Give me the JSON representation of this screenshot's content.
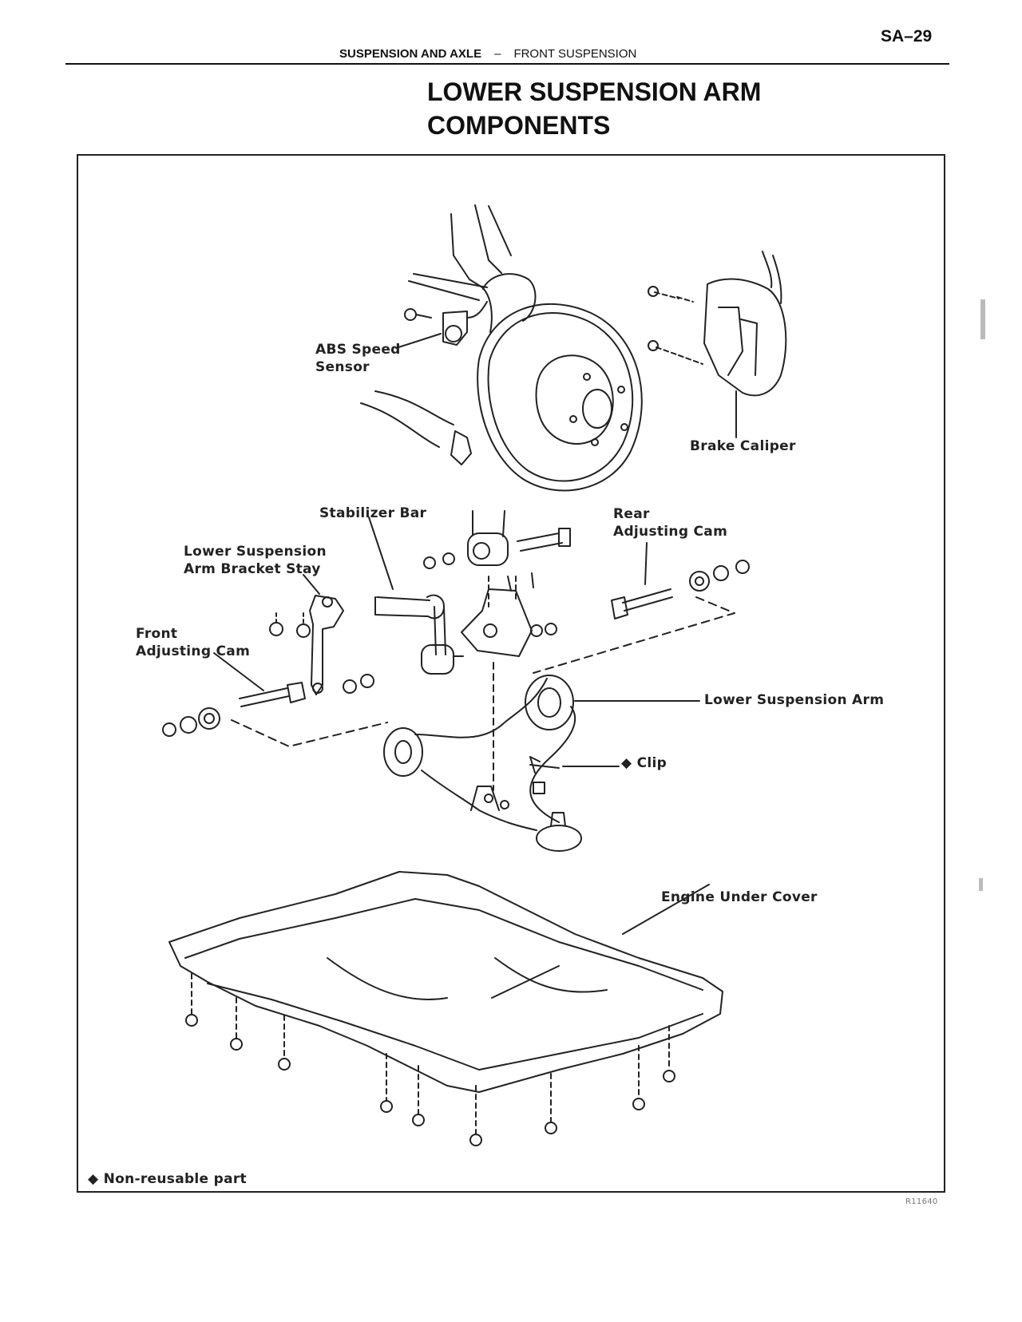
{
  "header": {
    "page_number": "SA–29",
    "section": "SUSPENSION AND AXLE",
    "separator": "–",
    "subsection": "FRONT SUSPENSION"
  },
  "title": {
    "line1": "LOWER SUSPENSION ARM",
    "line2": "COMPONENTS"
  },
  "diagram": {
    "labels": {
      "abs_speed_sensor": "ABS Speed\nSensor",
      "brake_caliper": "Brake Caliper",
      "stabilizer_bar": "Stabilizer Bar",
      "rear_adjusting_cam": "Rear\nAdjusting Cam",
      "lower_suspension_arm_bracket_stay": "Lower Suspension\nArm Bracket Stay",
      "front_adjusting_cam": "Front\nAdjusting Cam",
      "lower_suspension_arm": "Lower Suspension Arm",
      "clip": "Clip",
      "engine_under_cover": "Engine Under Cover"
    },
    "legend": {
      "symbol": "◆",
      "text": "Non-reusable part"
    },
    "figure_code": "R11640"
  }
}
